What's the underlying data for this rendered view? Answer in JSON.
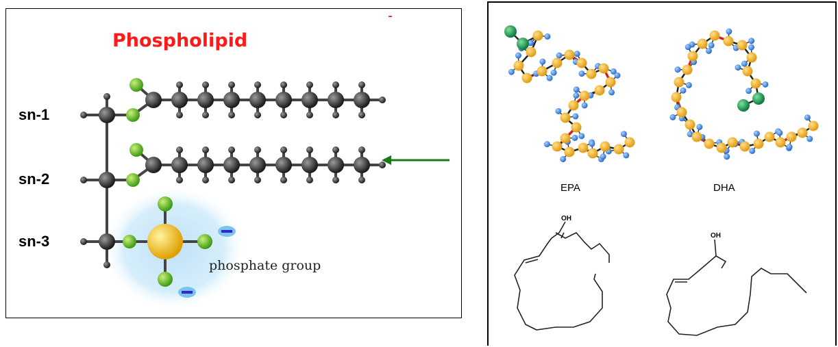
{
  "left_panel": {
    "title": "Phospholipid",
    "positions": [
      "sn-1",
      "sn-2",
      "sn-3"
    ],
    "phosphate_label": "phosphate group",
    "colors": {
      "title": "#ff1a1a",
      "carbon": "#2a2a2a",
      "oxygen": "#66cc22",
      "phosphorus": "#f5c400",
      "arrow": "#1a7a1a",
      "charge": "#3a3aff"
    }
  },
  "right_panel": {
    "molecules": [
      {
        "name": "EPA",
        "oh_label": "OH"
      },
      {
        "name": "DHA",
        "oh_label": "OH"
      }
    ],
    "colors": {
      "carbon": "#f5b431",
      "hydrogen": "#4a90e8",
      "oxygen": "#1a9a4a",
      "double_bond": "#d02020"
    }
  }
}
